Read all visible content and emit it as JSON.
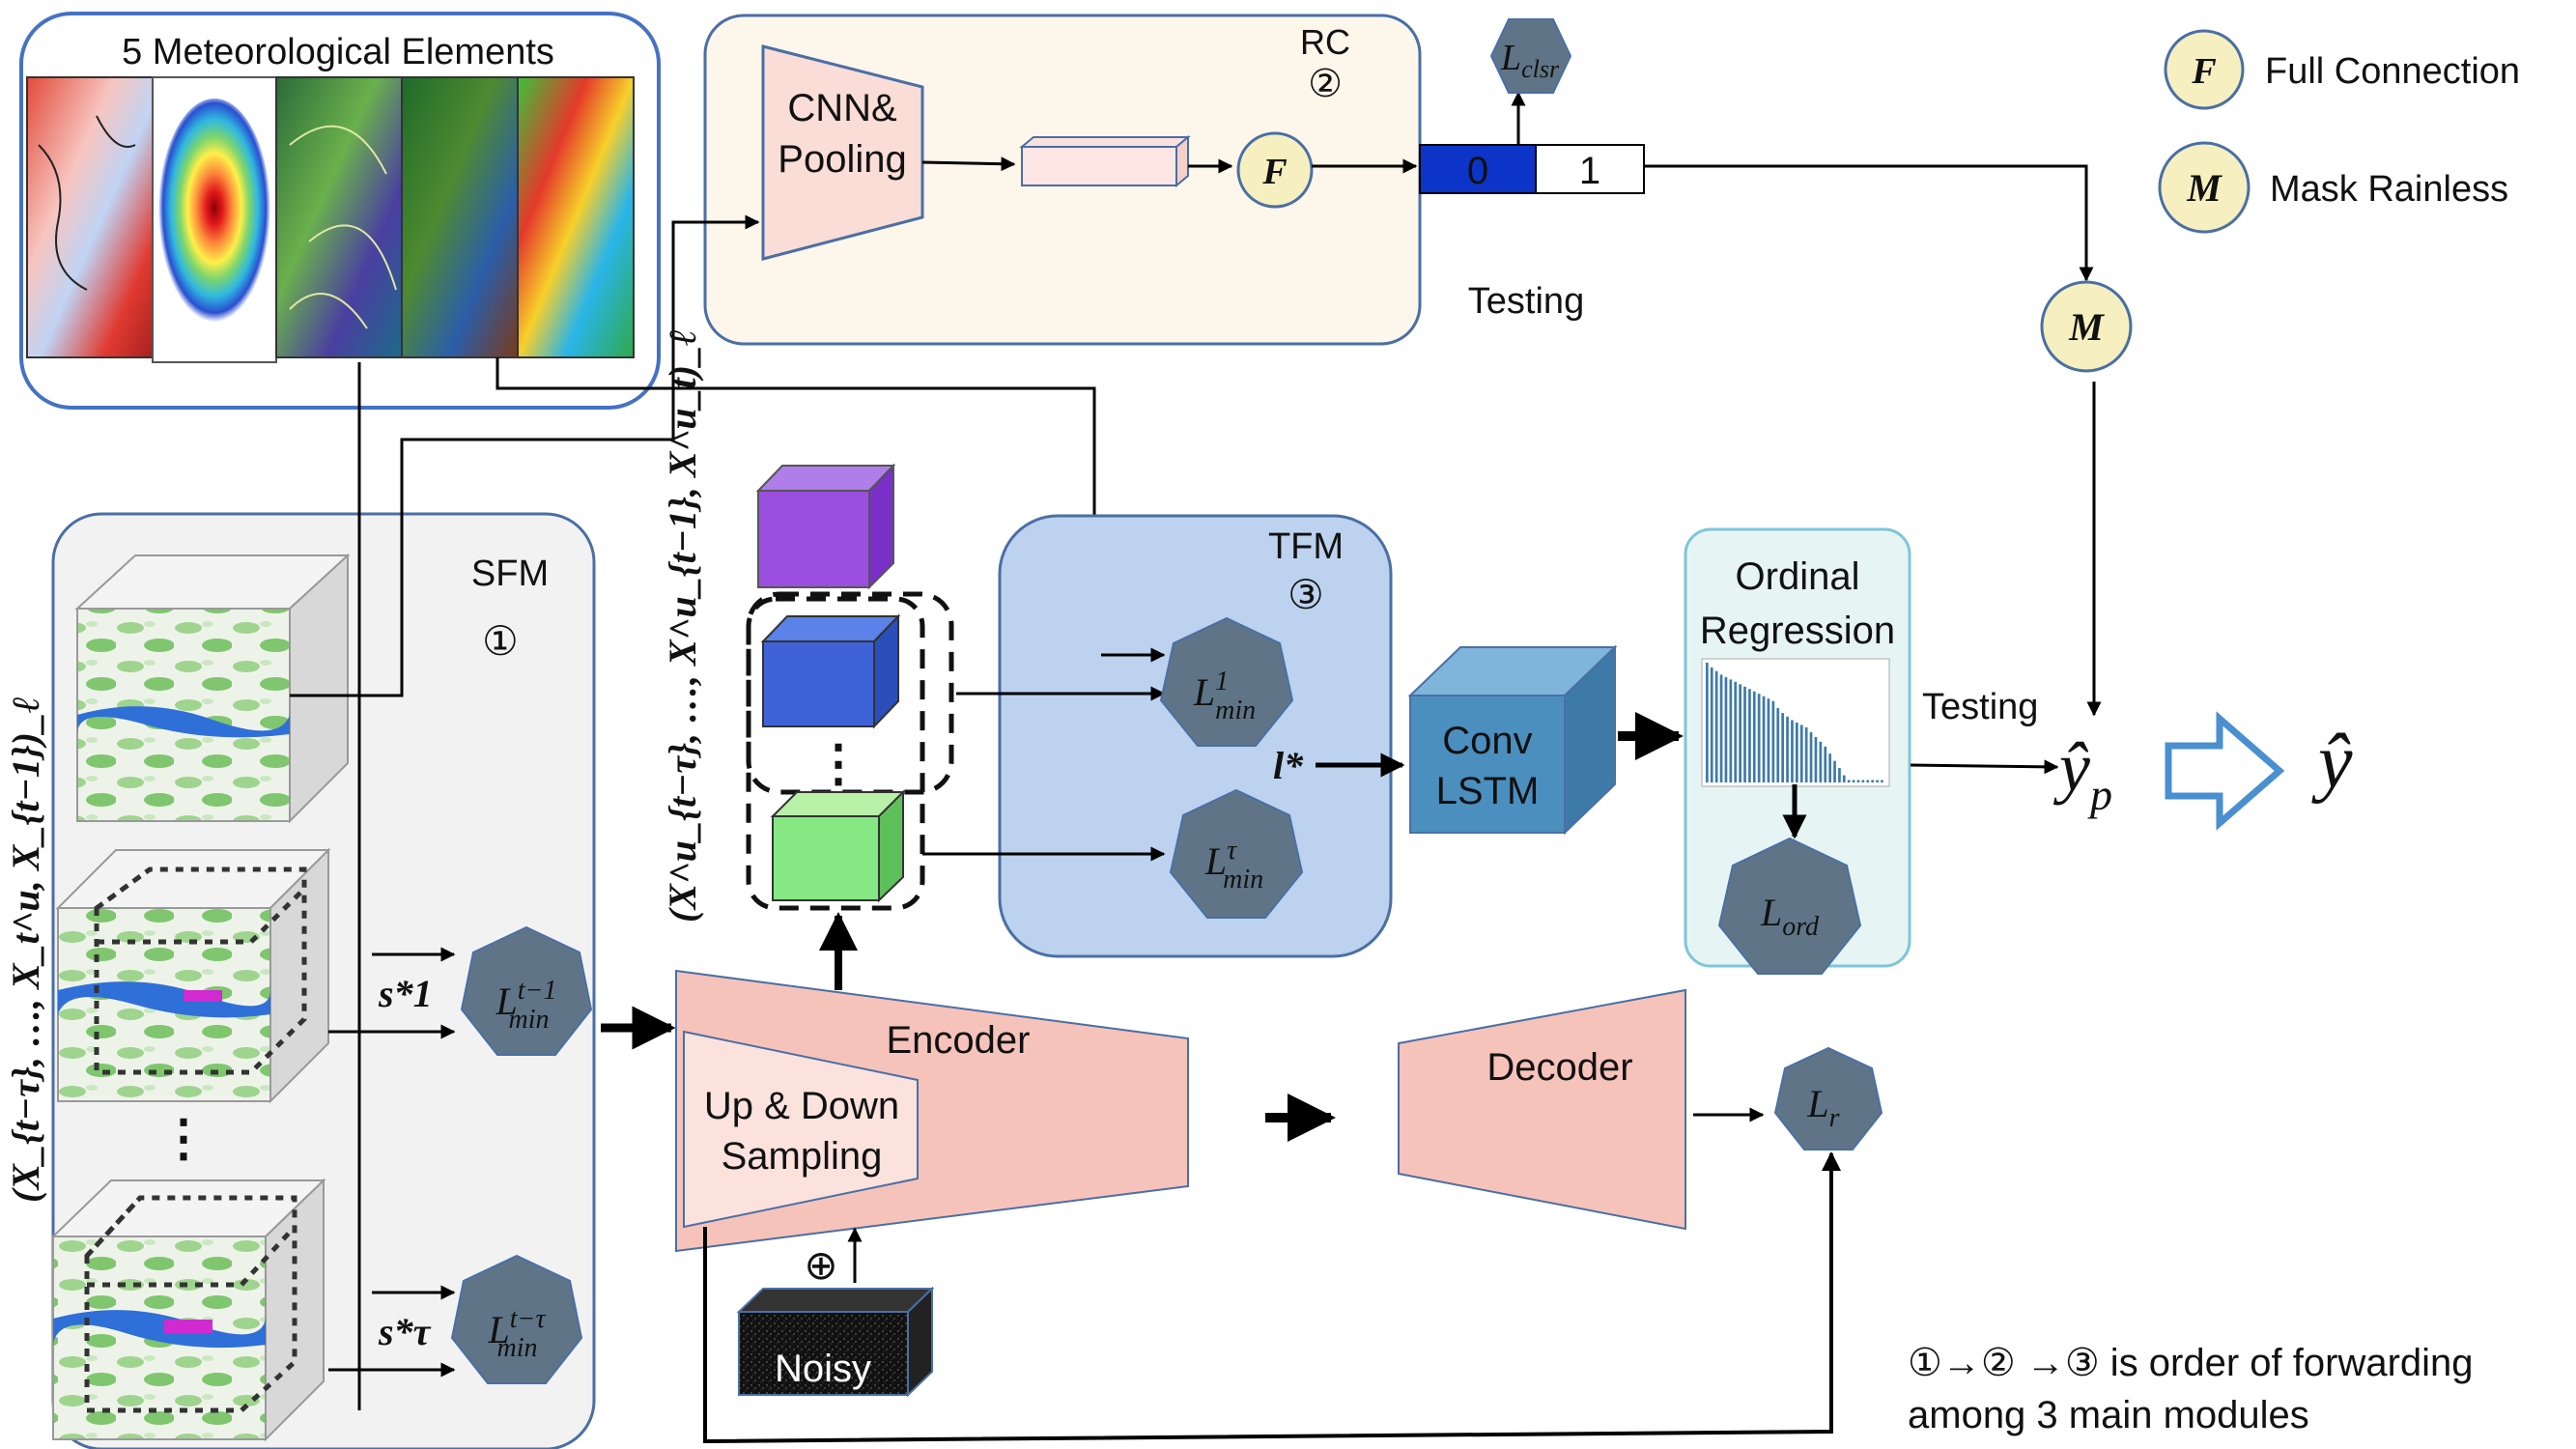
{
  "meteo": {
    "title": "5 Meteorological Elements"
  },
  "rc": {
    "title": "RC",
    "num": "②",
    "cnn_line1": "CNN&",
    "cnn_line2": "Pooling",
    "f": "F",
    "cls0": "0",
    "cls1": "1",
    "testing": "Testing",
    "loss_main": "L",
    "loss_sub": "clsr"
  },
  "legend": {
    "f_symbol": "F",
    "f_label": "Full Connection",
    "m_symbol": "M",
    "m_label": "Mask Rainless"
  },
  "mask": {
    "symbol": "M"
  },
  "sfm": {
    "title": "SFM",
    "num": "①",
    "side_label": "(X_{t−τ}, …, X_t^u, X_{t−1})_ℓ",
    "s1": "s*1",
    "stau": "s*τ",
    "lt1_main": "L",
    "lt1_sup": "t−1",
    "lt1_sub": "min",
    "ltt_main": "L",
    "ltt_sup": "t−τ",
    "ltt_sub": "min",
    "dots": "⋮"
  },
  "cubes": {
    "label": "(X^u_{t−τ}, …, X^u_{t−1}, X^u_t)_ℓ",
    "dots": "⋮"
  },
  "tfm": {
    "title": "TFM",
    "num": "③",
    "l1_main": "L",
    "l1_sup": "1",
    "l1_sub": "min",
    "lt_main": "L",
    "lt_sup": "τ",
    "lt_sub": "min",
    "lstar": "l*"
  },
  "convlstm": {
    "line1": "Conv",
    "line2": "LSTM"
  },
  "ordinal": {
    "line1": "Ordinal",
    "line2": "Regression",
    "loss_main": "L",
    "loss_sub": "ord",
    "bars": [
      1.0,
      0.96,
      0.93,
      0.9,
      0.88,
      0.86,
      0.84,
      0.82,
      0.8,
      0.78,
      0.76,
      0.74,
      0.72,
      0.7,
      0.68,
      0.62,
      0.58,
      0.55,
      0.52,
      0.5,
      0.48,
      0.46,
      0.42,
      0.38,
      0.34,
      0.3,
      0.24,
      0.18,
      0.12,
      0.06,
      0.02,
      0.02,
      0.02,
      0.02,
      0.02,
      0.02,
      0.02,
      0.02
    ]
  },
  "output": {
    "testing": "Testing",
    "yp_main": "ŷ",
    "yp_sub": "p",
    "y": "ŷ"
  },
  "encoder": {
    "label": "Encoder",
    "updown1": "Up & Down",
    "updown2": "Sampling",
    "noisy": "Noisy",
    "plus": "⊕"
  },
  "decoder": {
    "label": "Decoder",
    "loss_main": "L",
    "loss_sub": "r"
  },
  "note": {
    "line1": "①→② →③ is order of forwarding",
    "line2": "among 3 main modules"
  },
  "colors": {
    "rc_bg": "#fdf6ea",
    "sfm_bg": "#f2f2f2",
    "tfm_bg": "#bcd2ee",
    "ord_bg": "#e6f5f4",
    "pink": "#f6c3bb",
    "heptagon": "#5f7587",
    "fcircle": "#f6efbf",
    "convlstm": "#4b8fbf",
    "bar": "#3e7aa8",
    "navy": "#1030b8"
  }
}
